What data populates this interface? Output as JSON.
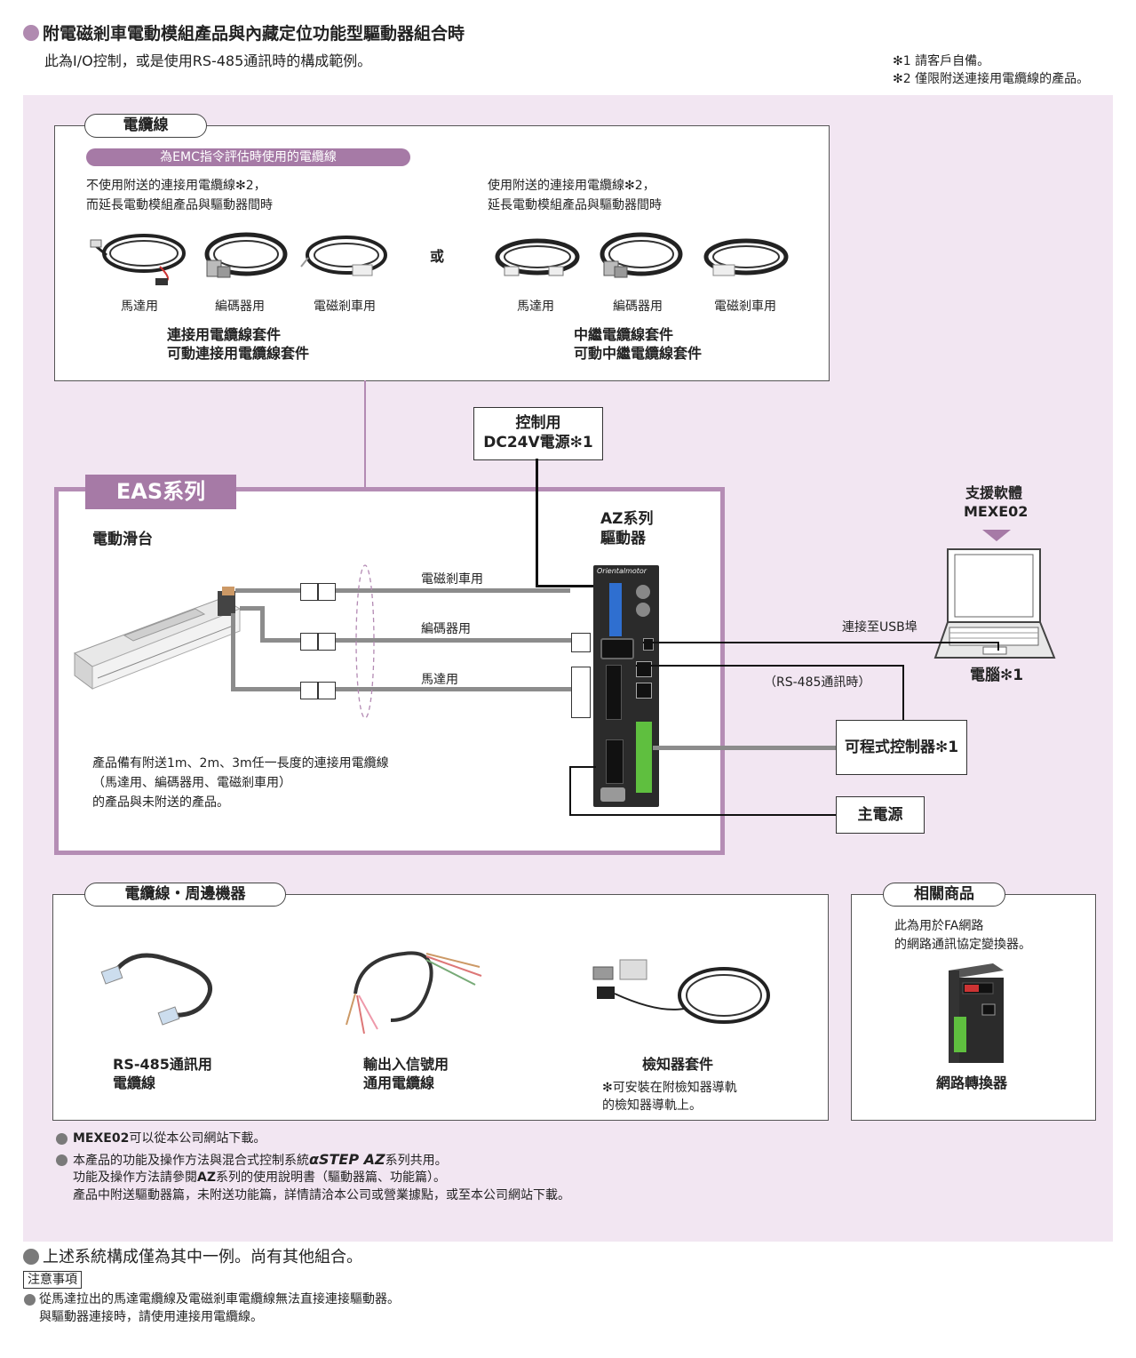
{
  "header": {
    "title": "附電磁剎車電動模組產品與內藏定位功能型驅動器組合時",
    "subtitle": "此為I/O控制，或是使用RS-485通訊時的構成範例。",
    "note1": "✻1 請客戶自備。",
    "note2": "✻2 僅限附送連接用電纜線的產品。"
  },
  "cable_section": {
    "tab": "電纜線",
    "emc_label": "為EMC指令評估時使用的電纜線",
    "left_desc_1": "不使用附送的連接用電纜線✻2，",
    "left_desc_2": "而延長電動模組產品與驅動器間時",
    "right_desc_1": "使用附送的連接用電纜線✻2，",
    "right_desc_2": "延長電動模組產品與驅動器間時",
    "or": "或",
    "left_items": [
      "馬達用",
      "編碼器用",
      "電磁剎車用"
    ],
    "right_items": [
      "馬達用",
      "編碼器用",
      "電磁剎車用"
    ],
    "left_kit_1": "連接用電纜線套件",
    "left_kit_2": "可動連接用電纜線套件",
    "right_kit_1": "中繼電纜線套件",
    "right_kit_2": "可動中繼電纜線套件"
  },
  "power24": {
    "line1": "控制用",
    "line2": "DC24V電源✻1"
  },
  "eas": {
    "tab": "EAS系列",
    "product": "電動滑台",
    "driver_1": "AZ系列",
    "driver_2": "驅動器",
    "cable_brake": "電磁剎車用",
    "cable_encoder": "編碼器用",
    "cable_motor": "馬達用",
    "note_1": "產品備有附送1m、2m、3m任一長度的連接用電纜線",
    "note_2": "（馬達用、編碼器用、電磁剎車用）",
    "note_3": "的產品與未附送的產品。"
  },
  "software": {
    "line1": "支援軟體",
    "line2": "MEXE02"
  },
  "pc": {
    "label": "電腦✻1",
    "usb": "連接至USB埠"
  },
  "rs485_note": "（RS-485通訊時）",
  "plc": "可程式控制器✻1",
  "main_power": "主電源",
  "peripherals": {
    "tab": "電纜線・周邊機器",
    "rs485_1": "RS-485通訊用",
    "rs485_2": "電纜線",
    "io_1": "輸出入信號用",
    "io_2": "通用電纜線",
    "sensor": "檢知器套件",
    "sensor_note_1": "✻可安裝在附檢知器導軌",
    "sensor_note_2": "的檢知器導軌上。"
  },
  "related": {
    "tab": "相關商品",
    "desc_1": "此為用於FA網路",
    "desc_2": "的網路通訊協定變換器。",
    "item": "網路轉換器"
  },
  "bottom_notes": {
    "n1_bold": "MEXE02",
    "n1_rest": "可以從本公司網站下載。",
    "n2_a": "本產品的功能及操作方法與混合式控制系統",
    "n2_logo": "αSTEP AZ",
    "n2_b": "系列共用。",
    "n2_line2_a": "功能及操作方法請參閱",
    "n2_line2_bold": "AZ",
    "n2_line2_b": "系列的使用說明書（驅動器篇、功能篇）。",
    "n2_line3": "產品中附送驅動器篇，未附送功能篇，詳情請洽本公司或營業據點，或至本公司網站下載。"
  },
  "footer": {
    "line1": "上述系統構成僅為其中一例。尚有其他組合。",
    "caution": "注意事項",
    "c1": "從馬達拉出的馬達電纜線及電磁剎車電纜線無法直接連接驅動器。",
    "c2": "與驅動器連接時，請使用連接用電纜線。"
  },
  "driver_brand": "Orientalmotor",
  "colors": {
    "accent": "#a67aa6",
    "pink_bg": "#f2e6f2",
    "eas_border": "#b58db5",
    "bullet_gray": "#7a7a7a"
  }
}
